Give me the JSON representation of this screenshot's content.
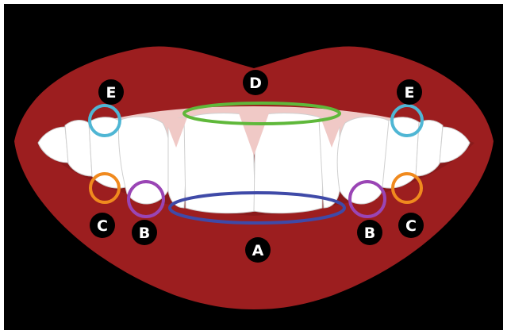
{
  "colors": {
    "background": "#000000",
    "lips": "#9c1e1f",
    "gum": "#f0c9c6",
    "teeth": "#ffffff",
    "teeth_outline": "#cfcfcf",
    "ring_A": "#3f4aa8",
    "ring_B": "#9a45b5",
    "ring_C": "#f08a1e",
    "ring_D": "#5fb83a",
    "ring_E": "#4fb6d4",
    "marker_fill": "#000000",
    "marker_text": "#ffffff"
  },
  "labels": {
    "A": "A",
    "B_left": "B",
    "B_right": "B",
    "C_left": "C",
    "C_right": "C",
    "D": "D",
    "E_left": "E",
    "E_right": "E"
  }
}
